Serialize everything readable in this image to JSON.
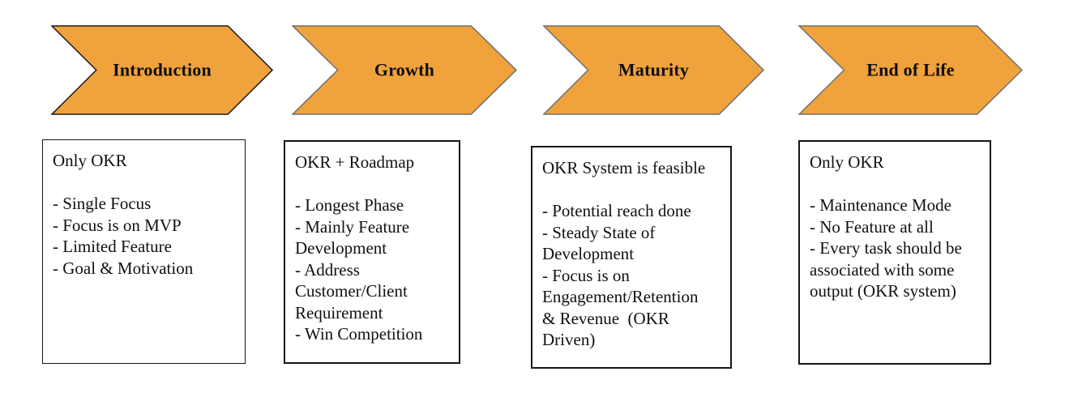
{
  "colors": {
    "chevron_fill": "#F0A23C",
    "chevron_border_first": "#1c1c1c",
    "chevron_border": "#6f6f6f",
    "box_border": "#151515",
    "text": "#111111"
  },
  "stages": [
    {
      "label": "Introduction",
      "box_lines": [
        "Only OKR",
        "",
        "- Single Focus",
        "- Focus is on MVP",
        "- Limited Feature",
        "- Goal & Motivation"
      ]
    },
    {
      "label": "Growth",
      "box_lines": [
        "OKR + Roadmap",
        "",
        "- Longest Phase",
        "- Mainly Feature",
        "Development",
        "- Address",
        "Customer/Client",
        "Requirement",
        "- Win Competition"
      ]
    },
    {
      "label": "Maturity",
      "box_lines": [
        "OKR System is feasible",
        "",
        "- Potential reach done",
        "- Steady State of",
        "Development",
        "- Focus is on",
        "Engagement/Retention",
        "& Revenue  (OKR",
        "Driven)"
      ]
    },
    {
      "label": "End of Life",
      "box_lines": [
        "Only OKR",
        "",
        "- Maintenance Mode",
        "- No Feature at all",
        "- Every task should be",
        "associated with some",
        "output (OKR system)"
      ]
    }
  ]
}
